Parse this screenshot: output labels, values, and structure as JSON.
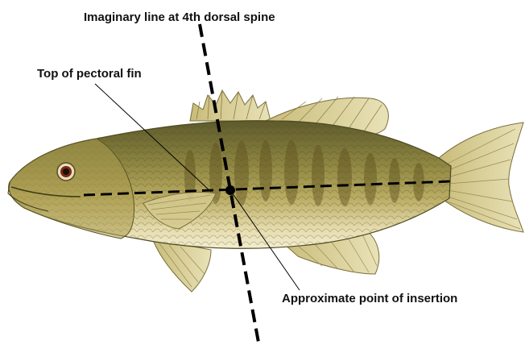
{
  "labels": {
    "spine_line": "Imaginary line at 4th dorsal spine",
    "pectoral": "Top of pectoral fin",
    "insertion": "Approximate point of insertion"
  },
  "colors": {
    "body": "#b7a85a",
    "back": "#6f6a33",
    "belly": "#efe8c2",
    "fin": "#d8cf98",
    "bar": "#6a5a22",
    "line": "#000000"
  },
  "subject": "smallmouth-bass-illustration"
}
